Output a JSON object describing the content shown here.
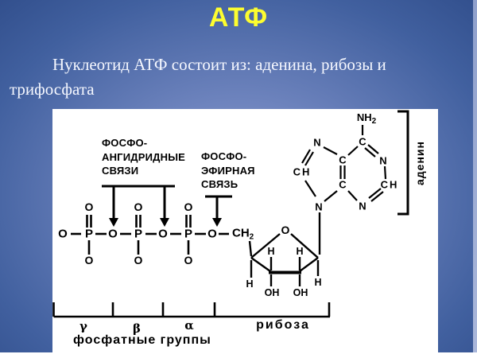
{
  "slide": {
    "title": "АТФ",
    "subtitle_lines": [
      "Нуклеотид АТФ состоит из: аденина, рибозы и",
      "трифосфата"
    ],
    "colors": {
      "title_yellow": "#fdfd2f",
      "subtitle_white": "#f6f8ff",
      "background_dark_blue": "#223e79",
      "background_light_blue": "#95a4d2",
      "diagram_ink": "#000000",
      "diagram_background": "#ffffff"
    }
  },
  "diagram": {
    "bond_labels": {
      "anhydride": [
        "ФОСФО-",
        "АНГИДРИДНЫЕ",
        "СВЯЗИ"
      ],
      "ester": [
        "ФОСФО-",
        "ЭФИРНАЯ",
        "СВЯЗЬ"
      ]
    },
    "atoms": {
      "O": "O",
      "P": "P",
      "H": "H",
      "OH": "OH",
      "N": "N",
      "C": "C",
      "CH": "CH",
      "NH": "NH",
      "sub2": "2"
    },
    "bottom": {
      "gamma": "γ",
      "beta": "β",
      "alpha": "α",
      "ribose": "рибоза",
      "phosphate_groups": "фосфатные группы"
    },
    "adenine_label": "аденин"
  }
}
